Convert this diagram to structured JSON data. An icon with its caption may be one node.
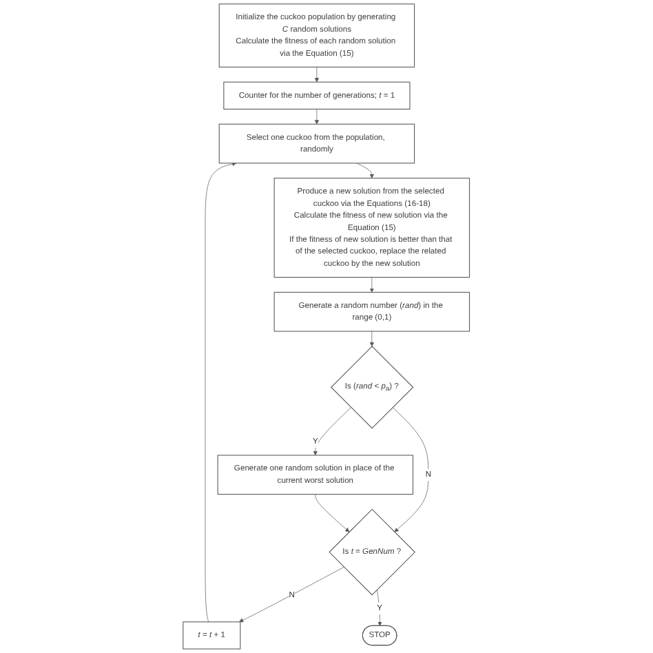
{
  "diagram": {
    "nodes": [
      {
        "text": [
          "Initialize the cuckoo population by generating *C* random solutions",
          "Calculate the fitness of each random solution via the Equation (15)"
        ]
      },
      {
        "text": [
          "Counter for the number of generations; *t* = 1"
        ]
      },
      {
        "text": [
          "Select one cuckoo from the population, randomly"
        ]
      },
      {
        "text": [
          "Produce a new solution from the selected cuckoo via the Equations (16-18)",
          "Calculate the fitness of new solution via the Equation (15)",
          "If the fitness of new solution is better than that of the selected cuckoo, replace the related cuckoo by the new solution"
        ]
      },
      {
        "text": [
          "Generate a random number (*rand*) in the range (0,1)"
        ]
      },
      {
        "text": [
          "Is (*rand* < *p*$_{a}$) ?"
        ]
      },
      {
        "text": [
          "Generate one random solution in place of the current worst solution"
        ]
      },
      {
        "text": [
          "Is *t* = *GenNum* ?"
        ]
      },
      {
        "text": [
          "*t* = *t* + 1"
        ]
      },
      {
        "text": [
          "STOP"
        ]
      }
    ],
    "edges": [
      {
        "from": 0,
        "to": 1,
        "arrow": "to"
      },
      {
        "from": 1,
        "to": 2,
        "arrow": "to"
      },
      {
        "from": 2,
        "to": 3,
        "arrow": "to"
      },
      {
        "from": 3,
        "to": 4,
        "arrow": "to"
      },
      {
        "from": 4,
        "to": 5,
        "arrow": "to"
      },
      {
        "from": 5,
        "to": 6,
        "arrow": "to",
        "label": "Y"
      },
      {
        "from": 5,
        "to": 7,
        "arrow": "to",
        "label": "N"
      },
      {
        "from": 6,
        "to": 7,
        "arrow": "to"
      },
      {
        "from": 7,
        "to": 8,
        "arrow": "to",
        "label": "N"
      },
      {
        "from": 8,
        "to": 2,
        "arrow": "to"
      },
      {
        "from": 7,
        "to": 9,
        "arrow": "to",
        "label": "Y"
      }
    ]
  }
}
